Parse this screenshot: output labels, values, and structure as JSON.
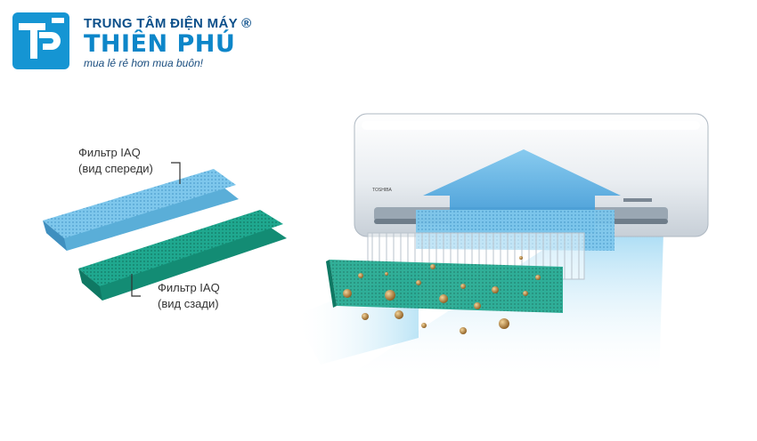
{
  "logo": {
    "mark_icon": "thien-phu-logo-icon",
    "top_line": "TRUNG TÂM ĐIỆN MÁY ®",
    "brand": "THIÊN PHÚ",
    "slogan": "mua lẻ rẻ hơn mua buôn!"
  },
  "labels": {
    "front": {
      "line1": "Фильтр  IAQ",
      "line2": "(вид спереди)"
    },
    "back": {
      "line1": "Фильтр IAQ",
      "line2": "(вид сзади)"
    }
  },
  "unit": {
    "brand_tag": "TOSHIBA"
  },
  "colors": {
    "logo_blue": "#1595d3",
    "filter_front": "#7ec7ec",
    "filter_back": "#1fa88f",
    "airflow": "#bfe6f7"
  },
  "icons": [
    "thien-phu-logo-icon",
    "air-conditioner-unit",
    "airflow-arrow",
    "iaq-filter",
    "dust-particle"
  ]
}
